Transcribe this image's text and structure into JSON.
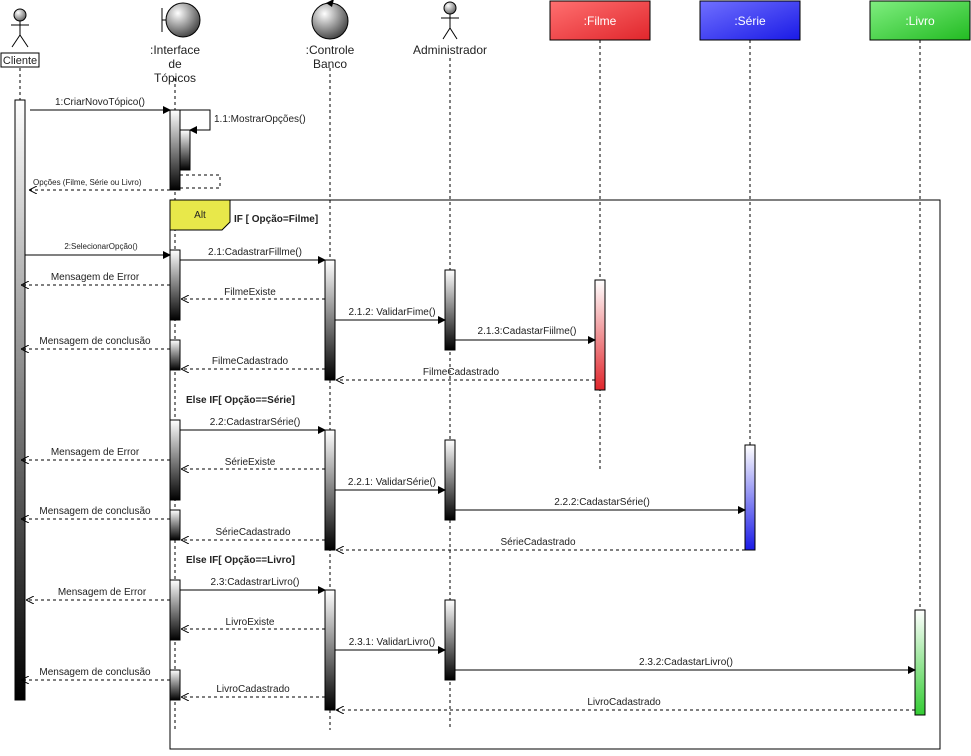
{
  "participants": {
    "cliente": "Cliente",
    "interface_l1": ":Interface",
    "interface_l2": "de",
    "interface_l3": "Tópicos",
    "controle_l1": ":Controle",
    "controle_l2": "Banco",
    "administrador": "Administrador",
    "filme": ":Filme",
    "serie": ":Série",
    "livro": ":Livro"
  },
  "colors": {
    "filme": "#e0262c",
    "serie": "#1a1ae6",
    "livro": "#33cc33",
    "alt_tag": "#d8d800"
  },
  "fragment": {
    "tag": "Alt",
    "guard1": "IF [ Opção=Filme]",
    "guard2": "Else IF[ Opção==Série]",
    "guard3": "Else IF[ Opção==Livro]"
  },
  "messages": {
    "m1": "1:CriarNovoTópico()",
    "m11": "1.1:MostrarOpções()",
    "m_opcoes": "Opções (Filme, Série ou Livro)",
    "m2": "2:SelecionarOpção()",
    "m21": "2.1:CadastrarFillme()",
    "m_err1": "Mensagem de Error",
    "m_filme_existe": "FilmeExiste",
    "m212": "2.1.2: ValidarFime()",
    "m213": "2.1.3:CadastarFiilme()",
    "m_conc1": "Mensagem de conclusão",
    "m_filme_cad1": "FilmeCadastrado",
    "m_filme_cad2": "FilmeCadastrado",
    "m22": "2.2:CadastrarSérie()",
    "m_err2": "Mensagem de Error",
    "m_serie_existe": "SérieExiste",
    "m221": "2.2.1: ValidarSérie()",
    "m222": "2.2.2:CadastarSérie()",
    "m_conc2": "Mensagem de conclusão",
    "m_serie_cad1": "SérieCadastrado",
    "m_serie_cad2": "SérieCadastrado",
    "m23": "2.3:CadastrarLivro()",
    "m_err3": "Mensagem de Error",
    "m_livro_existe": "LivroExiste",
    "m231": "2.3.1: ValidarLivro()",
    "m232": "2.3.2:CadastarLivro()",
    "m_conc3": "Mensagem de conclusão",
    "m_livro_cad1": "LivroCadastrado",
    "m_livro_cad2": "LivroCadastrado"
  }
}
